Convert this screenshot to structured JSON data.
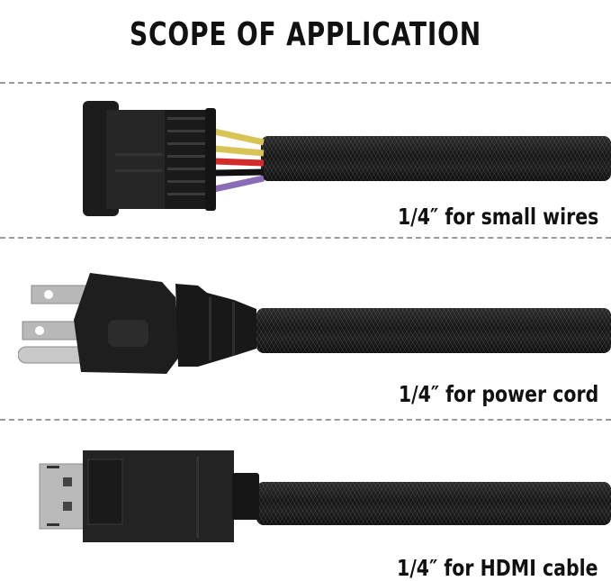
{
  "header": {
    "title": "SCOPE OF APPLICATION"
  },
  "sections": [
    {
      "caption": "1/4″ for small wires",
      "item": "multi-pin wire connector with braided sleeve",
      "wire_colors": [
        "#d8c356",
        "#d8c356",
        "#d32a2a",
        "#111111",
        "#8a6bb8"
      ]
    },
    {
      "caption": "1/4″ for power cord",
      "item": "3-prong power plug with braided sleeve"
    },
    {
      "caption": "1/4″ for HDMI cable",
      "item": "HDMI/DisplayPort connector with braided sleeve"
    }
  ],
  "colors": {
    "text": "#111111",
    "divider": "#9a9a9a",
    "sleeve": "#1a1a1a",
    "connector": "#222222",
    "metal": "#b9b9b9"
  }
}
